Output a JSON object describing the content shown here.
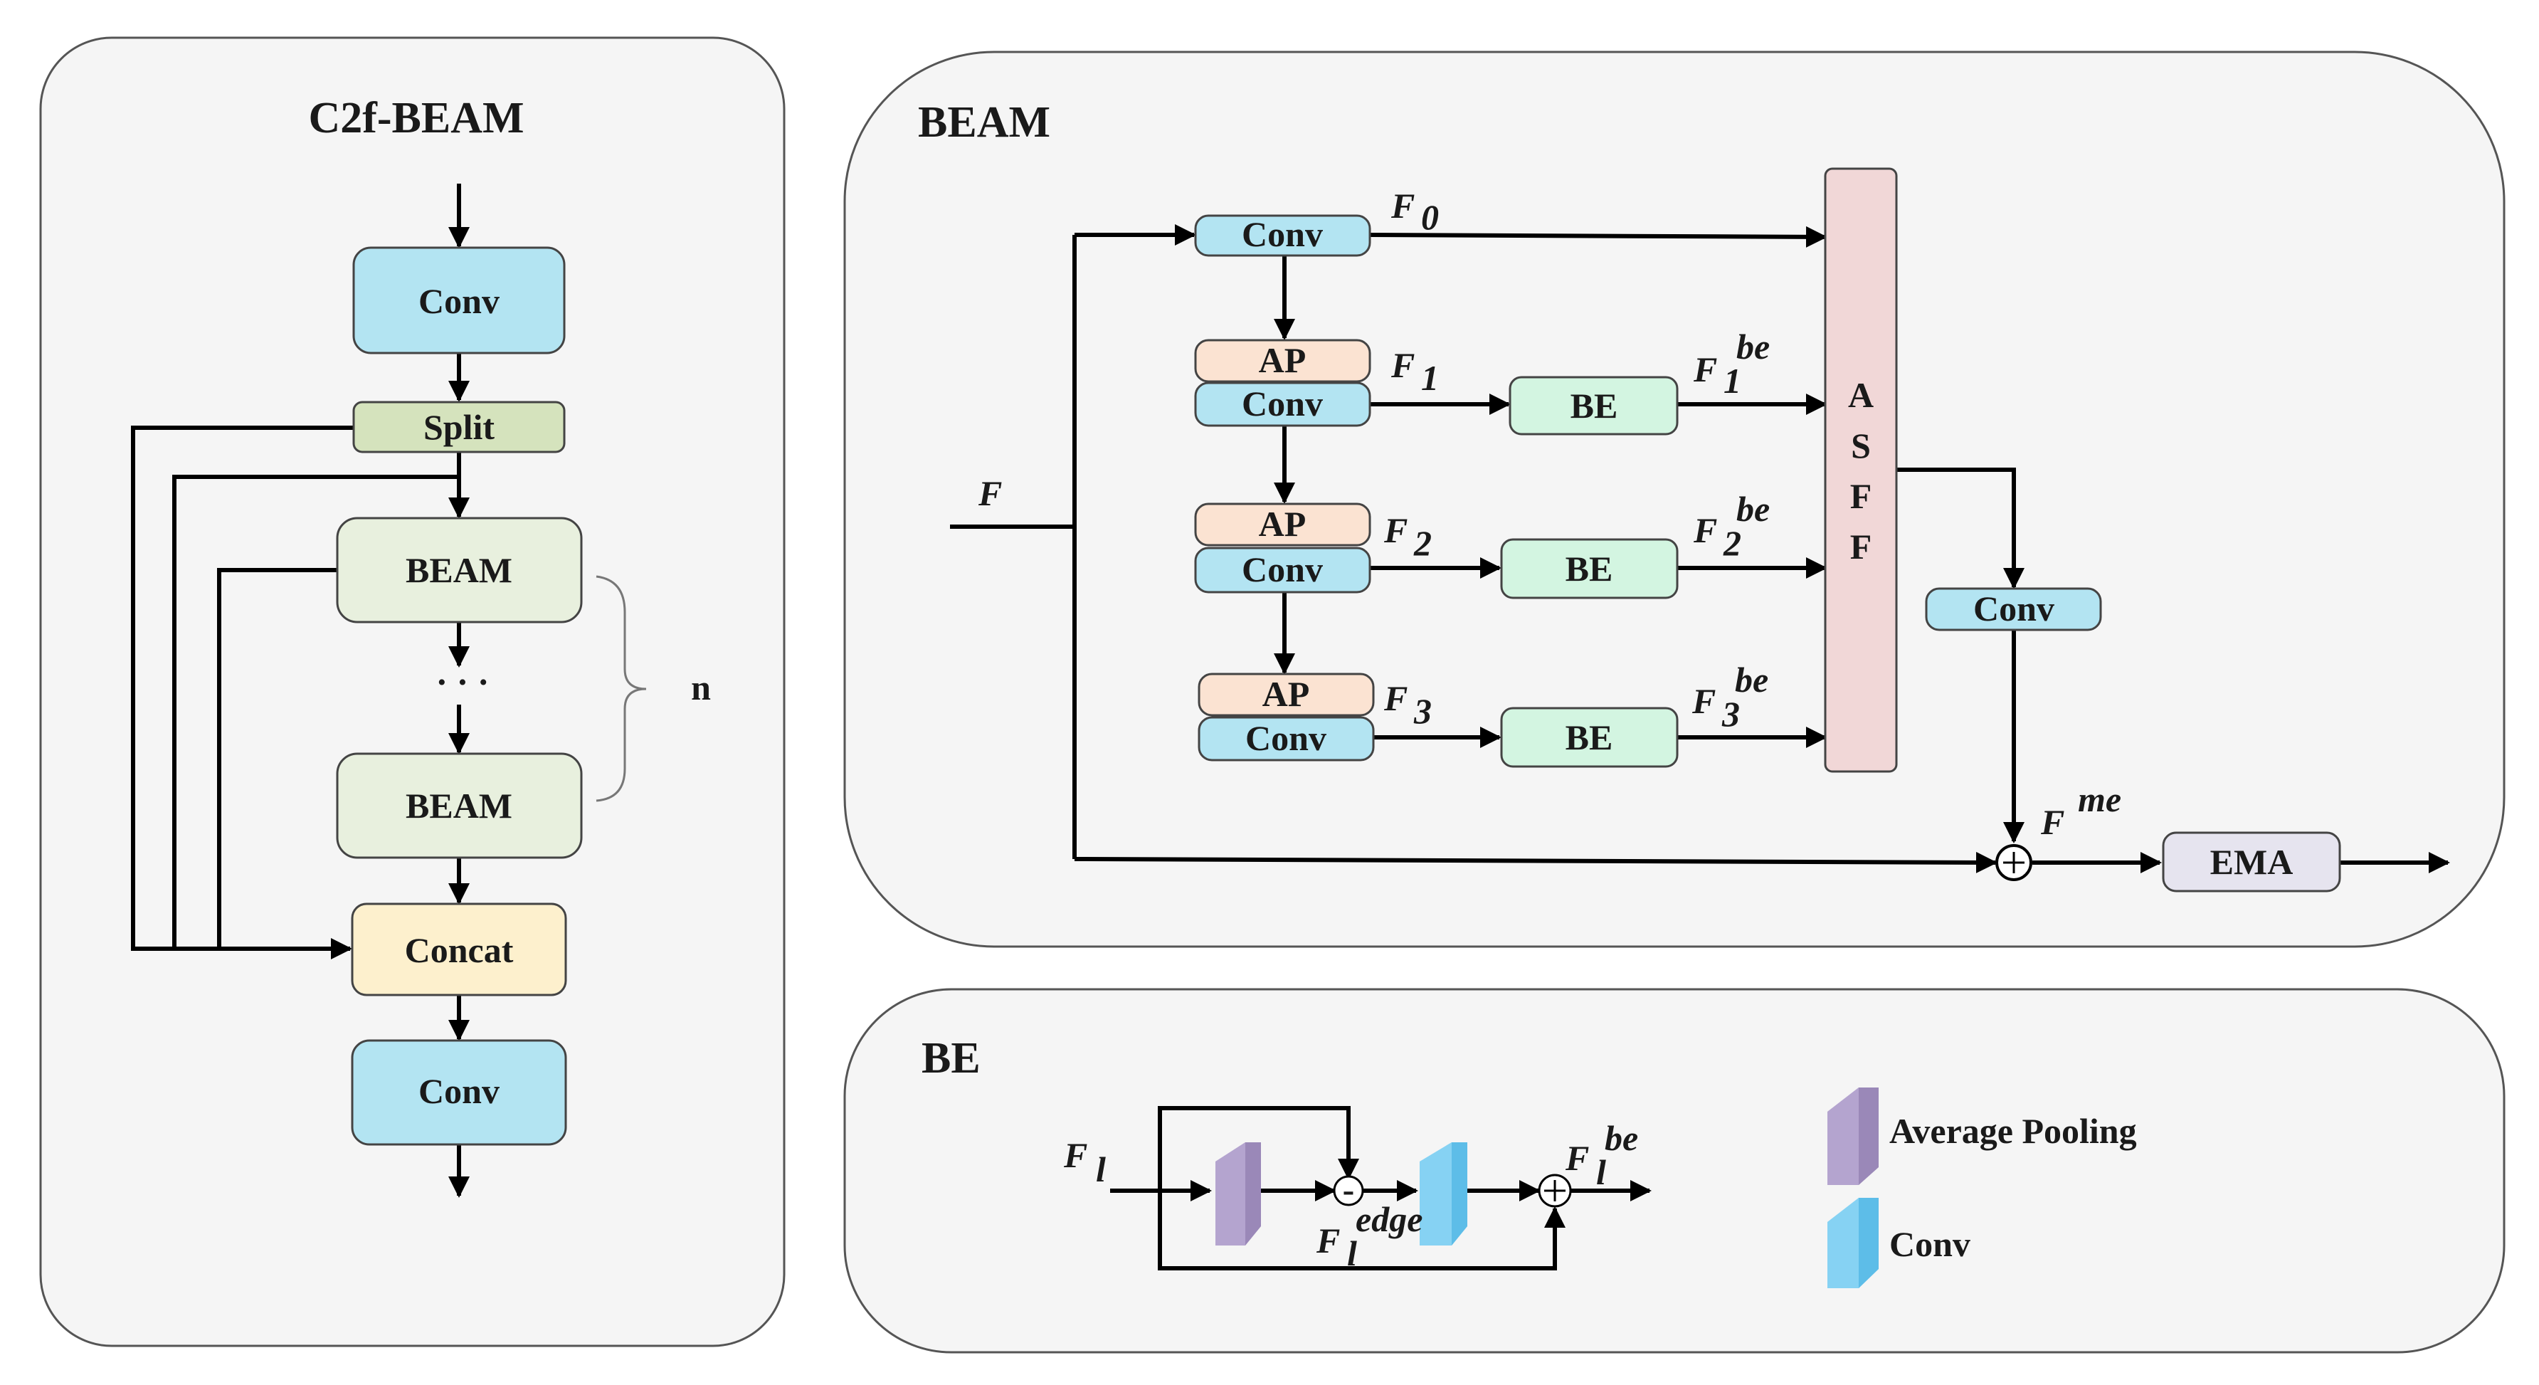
{
  "panels": {
    "c2f": {
      "title": "C2f-BEAM",
      "conv_top": "Conv",
      "split": "Split",
      "beam_top": "BEAM",
      "ellipsis": "· · ·",
      "beam_bottom": "BEAM",
      "n_label": "n",
      "concat": "Concat",
      "conv_bottom": "Conv"
    },
    "beam": {
      "title": "BEAM",
      "input": "F",
      "conv0": "Conv",
      "ap1": "AP",
      "conv1": "Conv",
      "ap2": "AP",
      "conv2": "Conv",
      "ap3": "AP",
      "conv3": "Conv",
      "be1": "BE",
      "be2": "BE",
      "be3": "BE",
      "asff": [
        "A",
        "S",
        "F",
        "F"
      ],
      "conv_out": "Conv",
      "ema": "EMA",
      "f_main": "F",
      "sub0": "0",
      "sub1": "1",
      "sub2": "2",
      "sub3": "3",
      "sup_be": "be",
      "sup_me": "me"
    },
    "be": {
      "title": "BE",
      "f_main": "F",
      "sub_l": "l",
      "sup_edge": "edge",
      "sup_be": "be",
      "minus": "-",
      "plus": "+"
    },
    "legend": {
      "avg_pool": "Average Pooling",
      "conv": "Conv"
    }
  },
  "colors": {
    "conv": "#b3e4f2",
    "split": "#d5e3bd",
    "beam": "#e8f0de",
    "concat": "#fdf0cd",
    "ap": "#fbe3d2",
    "be": "#d3f5e1",
    "asff": "#f1d7d7",
    "ema": "#e6e4ef",
    "panel": "#f5f5f5",
    "pool_3d": "#b4a4cf",
    "conv_3d": "#86d2f3"
  }
}
